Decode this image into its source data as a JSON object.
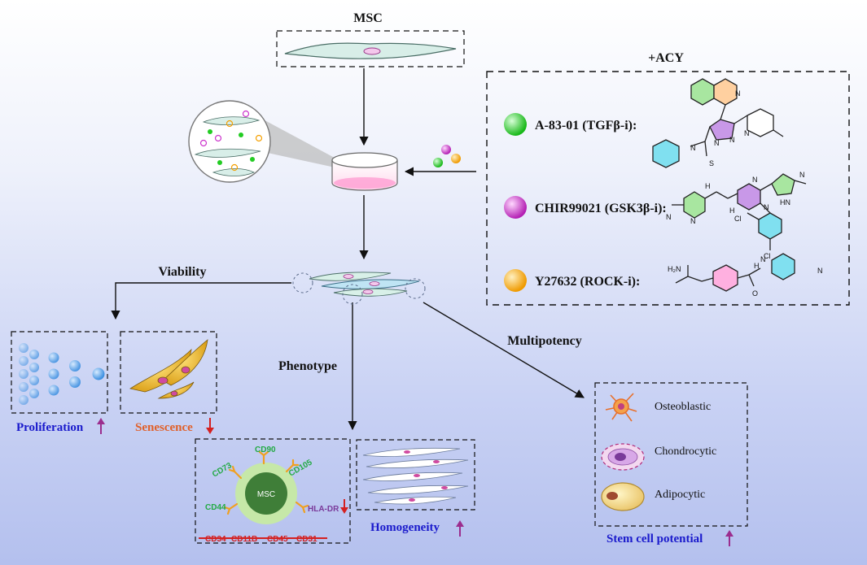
{
  "mechanism": {
    "msc_title": "MSC",
    "acy_title": "+ACY",
    "inhibitors": [
      {
        "label": "A-83-01 (TGFβ-i):",
        "color": "#22cc22"
      },
      {
        "label": "CHIR99021 (GSK3β-i):",
        "color": "#cc33cc"
      },
      {
        "label": "Y27632 (ROCK-i):",
        "color": "#f5a000"
      }
    ],
    "chem_atoms": {
      "n": "N",
      "s": "S",
      "cl": "Cl",
      "h2n": "H₂N",
      "hn": "HN",
      "h": "H",
      "o": "O"
    }
  },
  "branches": {
    "viability": "Viability",
    "phenotype": "Phenotype",
    "multipotency": "Multipotency"
  },
  "results": {
    "proliferation": "Proliferation",
    "senescence": "Senescence",
    "homogeneity": "Homogeneity",
    "stem_cell_potential": "Stem cell potential"
  },
  "phenotype_markers": {
    "center": "MSC",
    "positive": [
      "CD73",
      "CD90",
      "CD105",
      "CD44"
    ],
    "hla": "HLA-DR",
    "negative": [
      "CD34",
      "CD11B",
      "CD45",
      "CD31"
    ]
  },
  "lineages": [
    "Osteoblastic",
    "Chondrocytic",
    "Adipocytic"
  ],
  "colors": {
    "result_blue": "#1a1acc",
    "senescence_orange": "#e0602a",
    "up_arrow": "#9b2d8e",
    "down_arrow": "#d42020",
    "marker_green": "#22aa44",
    "hla_purple": "#7a3a9a",
    "strike_red": "#d42020"
  }
}
